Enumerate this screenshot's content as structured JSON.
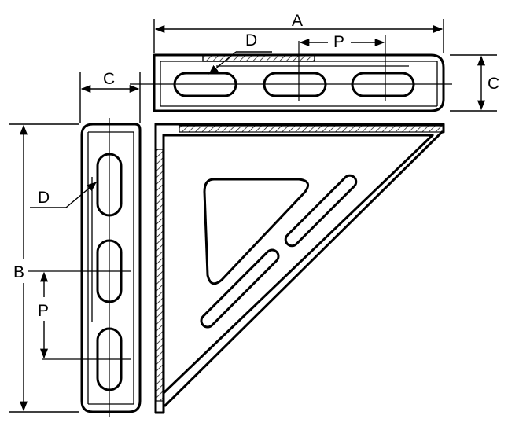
{
  "labels": {
    "A": "A",
    "B": "B",
    "C_top": "C",
    "C_right": "C",
    "D_top": "D",
    "D_left": "D",
    "P_top": "P",
    "P_left": "P"
  }
}
